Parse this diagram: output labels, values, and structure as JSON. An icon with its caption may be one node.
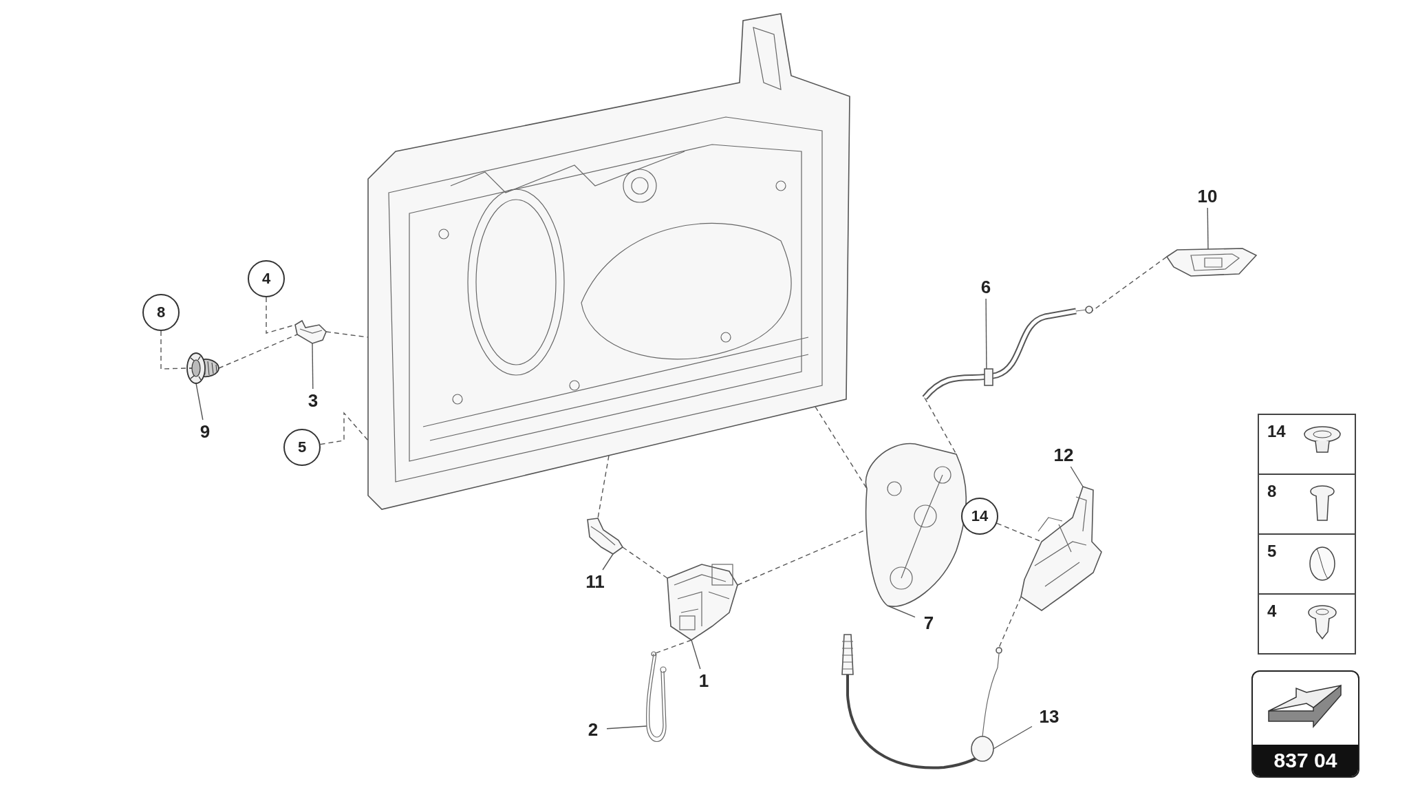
{
  "diagram": {
    "nodes": [
      {
        "text": [],
        "shape": "picture"
      },
      {
        "text": [],
        "shape": "picture"
      },
      {
        "text": [],
        "shape": "picture"
      },
      {
        "text": [],
        "shape": "picture"
      },
      {
        "text": [],
        "shape": "picture"
      },
      {
        "text": [],
        "shape": "picture"
      },
      {
        "text": [],
        "shape": "picture"
      },
      {
        "text": [],
        "shape": "picture"
      },
      {
        "text": [],
        "shape": "picture"
      },
      {
        "text": [],
        "shape": "picture"
      },
      {
        "text": [],
        "shape": "picture"
      },
      {
        "text": [
          "1"
        ]
      },
      {
        "text": [
          "2"
        ]
      },
      {
        "text": [
          "3"
        ]
      },
      {
        "text": [
          "4"
        ]
      },
      {
        "text": [
          "5"
        ]
      },
      {
        "text": [
          "6"
        ]
      },
      {
        "text": [
          "7"
        ]
      },
      {
        "text": [
          "8"
        ]
      },
      {
        "text": [
          "9"
        ]
      },
      {
        "text": [
          "10"
        ]
      },
      {
        "text": [
          "11"
        ]
      },
      {
        "text": [
          "12"
        ]
      },
      {
        "text": [
          "13"
        ]
      },
      {
        "text": [
          "14"
        ]
      }
    ],
    "edges": [
      {
        "from": 11,
        "to": 1,
        "arrow": "none"
      },
      {
        "from": 12,
        "to": 2,
        "arrow": "none"
      },
      {
        "from": 13,
        "to": 3,
        "arrow": "none"
      },
      {
        "from": 16,
        "to": 4,
        "arrow": "none"
      },
      {
        "from": 17,
        "to": 5,
        "arrow": "none"
      },
      {
        "from": 19,
        "to": 6,
        "arrow": "none"
      },
      {
        "from": 20,
        "to": 7,
        "arrow": "none"
      },
      {
        "from": 21,
        "to": 8,
        "arrow": "none"
      },
      {
        "from": 22,
        "to": 9,
        "arrow": "none"
      },
      {
        "from": 23,
        "to": 10,
        "arrow": "none"
      },
      {
        "from": 14,
        "to": 3,
        "arrow": "none",
        "style": "dashed"
      },
      {
        "from": 15,
        "to": 0,
        "arrow": "none",
        "style": "dashed"
      },
      {
        "from": 18,
        "to": 6,
        "arrow": "none",
        "style": "dashed"
      },
      {
        "from": 24,
        "to": 9,
        "arrow": "none",
        "style": "dashed"
      },
      {
        "from": 6,
        "to": 3,
        "arrow": "none",
        "style": "dashed"
      },
      {
        "from": 3,
        "to": 0,
        "arrow": "none",
        "style": "dashed"
      },
      {
        "from": 0,
        "to": 5,
        "arrow": "none",
        "style": "dashed"
      },
      {
        "from": 0,
        "to": 8,
        "arrow": "none",
        "style": "dashed"
      },
      {
        "from": 8,
        "to": 1,
        "arrow": "none",
        "style": "dashed"
      },
      {
        "from": 1,
        "to": 5,
        "arrow": "none",
        "style": "dashed"
      },
      {
        "from": 1,
        "to": 2,
        "arrow": "none",
        "style": "dashed"
      },
      {
        "from": 4,
        "to": 5,
        "arrow": "none",
        "style": "dashed"
      },
      {
        "from": 4,
        "to": 7,
        "arrow": "none",
        "style": "dashed"
      },
      {
        "from": 9,
        "to": 10,
        "arrow": "none",
        "style": "dashed"
      }
    ],
    "labels": [
      "14",
      "8",
      "5",
      "4",
      "837 04"
    ]
  }
}
